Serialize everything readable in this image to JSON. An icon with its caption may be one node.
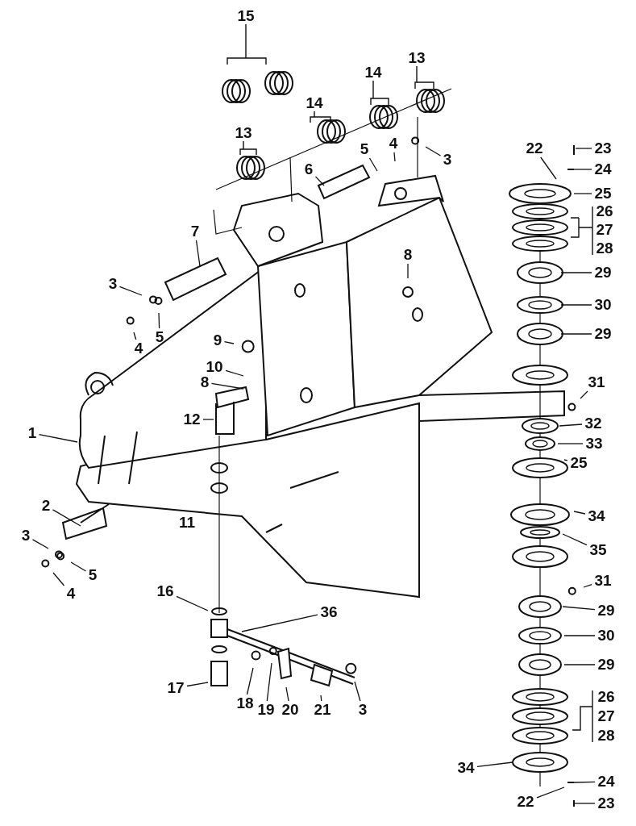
{
  "diagram": {
    "nodes": [
      {
        "text": [
          "15"
        ]
      },
      {
        "text": [
          "14"
        ]
      },
      {
        "text": [
          "13"
        ]
      },
      {
        "text": [
          "14"
        ]
      },
      {
        "text": [
          "13"
        ]
      },
      {
        "text": [
          "5"
        ]
      },
      {
        "text": [
          "4"
        ]
      },
      {
        "text": [
          "3"
        ]
      },
      {
        "text": [
          "6"
        ]
      },
      {
        "text": [
          "7"
        ]
      },
      {
        "text": [
          "3"
        ]
      },
      {
        "text": [
          "5"
        ]
      },
      {
        "text": [
          "4"
        ]
      },
      {
        "text": [
          "8"
        ]
      },
      {
        "text": [
          "9"
        ]
      },
      {
        "text": [
          "10"
        ]
      },
      {
        "text": [
          "8"
        ]
      },
      {
        "text": [
          "12"
        ]
      },
      {
        "text": [
          "1"
        ]
      },
      {
        "text": [
          "11"
        ]
      },
      {
        "text": [
          "2"
        ]
      },
      {
        "text": [
          "3"
        ]
      },
      {
        "text": [
          "5"
        ]
      },
      {
        "text": [
          "4"
        ]
      },
      {
        "text": [
          "16"
        ]
      },
      {
        "text": [
          "36"
        ]
      },
      {
        "text": [
          "17"
        ]
      },
      {
        "text": [
          "18"
        ]
      },
      {
        "text": [
          "19"
        ]
      },
      {
        "text": [
          "20"
        ]
      },
      {
        "text": [
          "21"
        ]
      },
      {
        "text": [
          "3"
        ]
      },
      {
        "text": [
          "22"
        ]
      },
      {
        "text": [
          "23"
        ]
      },
      {
        "text": [
          "24"
        ]
      },
      {
        "text": [
          "25"
        ]
      },
      {
        "text": [
          "26"
        ]
      },
      {
        "text": [
          "27"
        ]
      },
      {
        "text": [
          "28"
        ]
      },
      {
        "text": [
          "29"
        ]
      },
      {
        "text": [
          "30"
        ]
      },
      {
        "text": [
          "29"
        ]
      },
      {
        "text": [
          "31"
        ]
      },
      {
        "text": [
          "32"
        ]
      },
      {
        "text": [
          "33"
        ]
      },
      {
        "text": [
          "25"
        ]
      },
      {
        "text": [
          "34"
        ]
      },
      {
        "text": [
          "35"
        ]
      },
      {
        "text": [
          "31"
        ]
      },
      {
        "text": [
          "29"
        ]
      },
      {
        "text": [
          "30"
        ]
      },
      {
        "text": [
          "29"
        ]
      },
      {
        "text": [
          "26"
        ]
      },
      {
        "text": [
          "27"
        ]
      },
      {
        "text": [
          "28"
        ]
      },
      {
        "text": [
          "34"
        ]
      },
      {
        "text": [
          "24"
        ]
      },
      {
        "text": [
          "22"
        ]
      },
      {
        "text": [
          "23"
        ]
      }
    ],
    "edges": [
      {
        "from": 5,
        "to": null,
        "arrow": "none"
      },
      {
        "from": 6,
        "to": null,
        "arrow": "none"
      },
      {
        "from": 7,
        "to": null,
        "arrow": "none"
      },
      {
        "from": 8,
        "to": null,
        "arrow": "none"
      },
      {
        "from": 9,
        "to": null,
        "arrow": "none"
      },
      {
        "from": 10,
        "to": null,
        "arrow": "none"
      },
      {
        "from": 11,
        "to": null,
        "arrow": "none"
      },
      {
        "from": 12,
        "to": null,
        "arrow": "none"
      },
      {
        "from": 13,
        "to": null,
        "arrow": "none"
      },
      {
        "from": 14,
        "to": null,
        "arrow": "none"
      },
      {
        "from": 15,
        "to": null,
        "arrow": "none"
      },
      {
        "from": 16,
        "to": null,
        "arrow": "none"
      },
      {
        "from": 17,
        "to": null,
        "arrow": "none"
      },
      {
        "from": 18,
        "to": null,
        "arrow": "none"
      },
      {
        "from": 20,
        "to": null,
        "arrow": "none"
      },
      {
        "from": 21,
        "to": null,
        "arrow": "none"
      },
      {
        "from": 22,
        "to": null,
        "arrow": "none"
      },
      {
        "from": 23,
        "to": null,
        "arrow": "none"
      },
      {
        "from": 24,
        "to": null,
        "arrow": "none"
      },
      {
        "from": 25,
        "to": null,
        "arrow": "none"
      },
      {
        "from": 26,
        "to": null,
        "arrow": "none"
      },
      {
        "from": 27,
        "to": null,
        "arrow": "none"
      },
      {
        "from": 28,
        "to": null,
        "arrow": "none"
      },
      {
        "from": 29,
        "to": null,
        "arrow": "none"
      },
      {
        "from": 30,
        "to": null,
        "arrow": "none"
      },
      {
        "from": 31,
        "to": null,
        "arrow": "none"
      },
      {
        "from": 32,
        "to": null,
        "arrow": "none"
      },
      {
        "from": 33,
        "to": null,
        "arrow": "none"
      },
      {
        "from": 34,
        "to": null,
        "arrow": "none"
      },
      {
        "from": 35,
        "to": null,
        "arrow": "none"
      },
      {
        "from": 39,
        "to": null,
        "arrow": "none"
      },
      {
        "from": 40,
        "to": null,
        "arrow": "none"
      },
      {
        "from": 41,
        "to": null,
        "arrow": "none"
      },
      {
        "from": 42,
        "to": null,
        "arrow": "none"
      },
      {
        "from": 43,
        "to": null,
        "arrow": "none"
      },
      {
        "from": 44,
        "to": null,
        "arrow": "none"
      },
      {
        "from": 45,
        "to": null,
        "arrow": "none"
      },
      {
        "from": 46,
        "to": null,
        "arrow": "none"
      },
      {
        "from": 47,
        "to": null,
        "arrow": "none"
      },
      {
        "from": 48,
        "to": null,
        "arrow": "none"
      },
      {
        "from": 49,
        "to": null,
        "arrow": "none"
      },
      {
        "from": 50,
        "to": null,
        "arrow": "none"
      },
      {
        "from": 51,
        "to": null,
        "arrow": "none"
      },
      {
        "from": 55,
        "to": null,
        "arrow": "none"
      },
      {
        "from": 56,
        "to": null,
        "arrow": "none"
      },
      {
        "from": 57,
        "to": null,
        "arrow": "none"
      },
      {
        "from": 58,
        "to": null,
        "arrow": "none"
      }
    ]
  }
}
